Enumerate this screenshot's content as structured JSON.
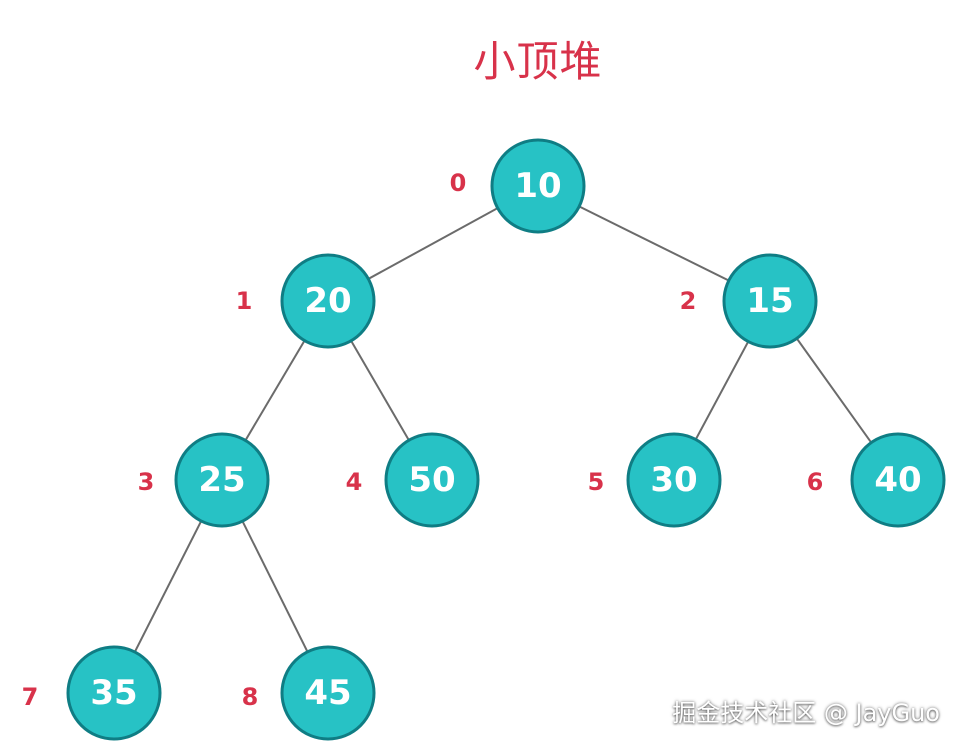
{
  "title": "小顶堆",
  "watermark": "掘金技术社区 @ JayGuo",
  "colors": {
    "node_fill": "#27c2c5",
    "node_stroke": "#0f7d84",
    "edge": "#6b6b6b",
    "index_text": "#d8324a",
    "title": "#d8324a",
    "node_text": "#ffffff"
  },
  "heap": {
    "values": [
      10,
      20,
      15,
      25,
      50,
      30,
      40,
      35,
      45
    ],
    "indices": [
      "0",
      "1",
      "2",
      "3",
      "4",
      "5",
      "6",
      "7",
      "8"
    ]
  }
}
